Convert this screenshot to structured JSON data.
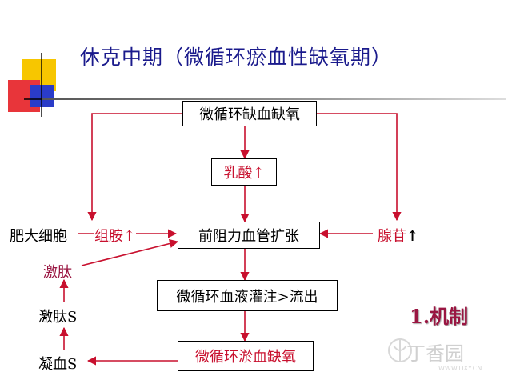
{
  "title": "休克中期（微循环瘀血性缺氧期）",
  "boxes": {
    "top": "微循环缺血缺氧",
    "lactic": "乳酸↑",
    "resistance": "前阻力血管扩张",
    "perfusion": "微循环血液灌注>流出",
    "stasis": "微循环淤血缺氧"
  },
  "labels": {
    "mast_cell": "肥大细胞",
    "histamine": "组胺↑",
    "adenosine": "腺苷",
    "adenosine_arrow": "↑",
    "kinin": "激肽",
    "kinin_s": "激肽S",
    "coag_s": "凝血S",
    "mechanism": "1.机制"
  },
  "watermark": {
    "name": "丁香园",
    "url": "WWW.DXY.CN"
  },
  "colors": {
    "title": "#1a1a8c",
    "arrow": "#c8102e",
    "accent": "#9a1642"
  }
}
